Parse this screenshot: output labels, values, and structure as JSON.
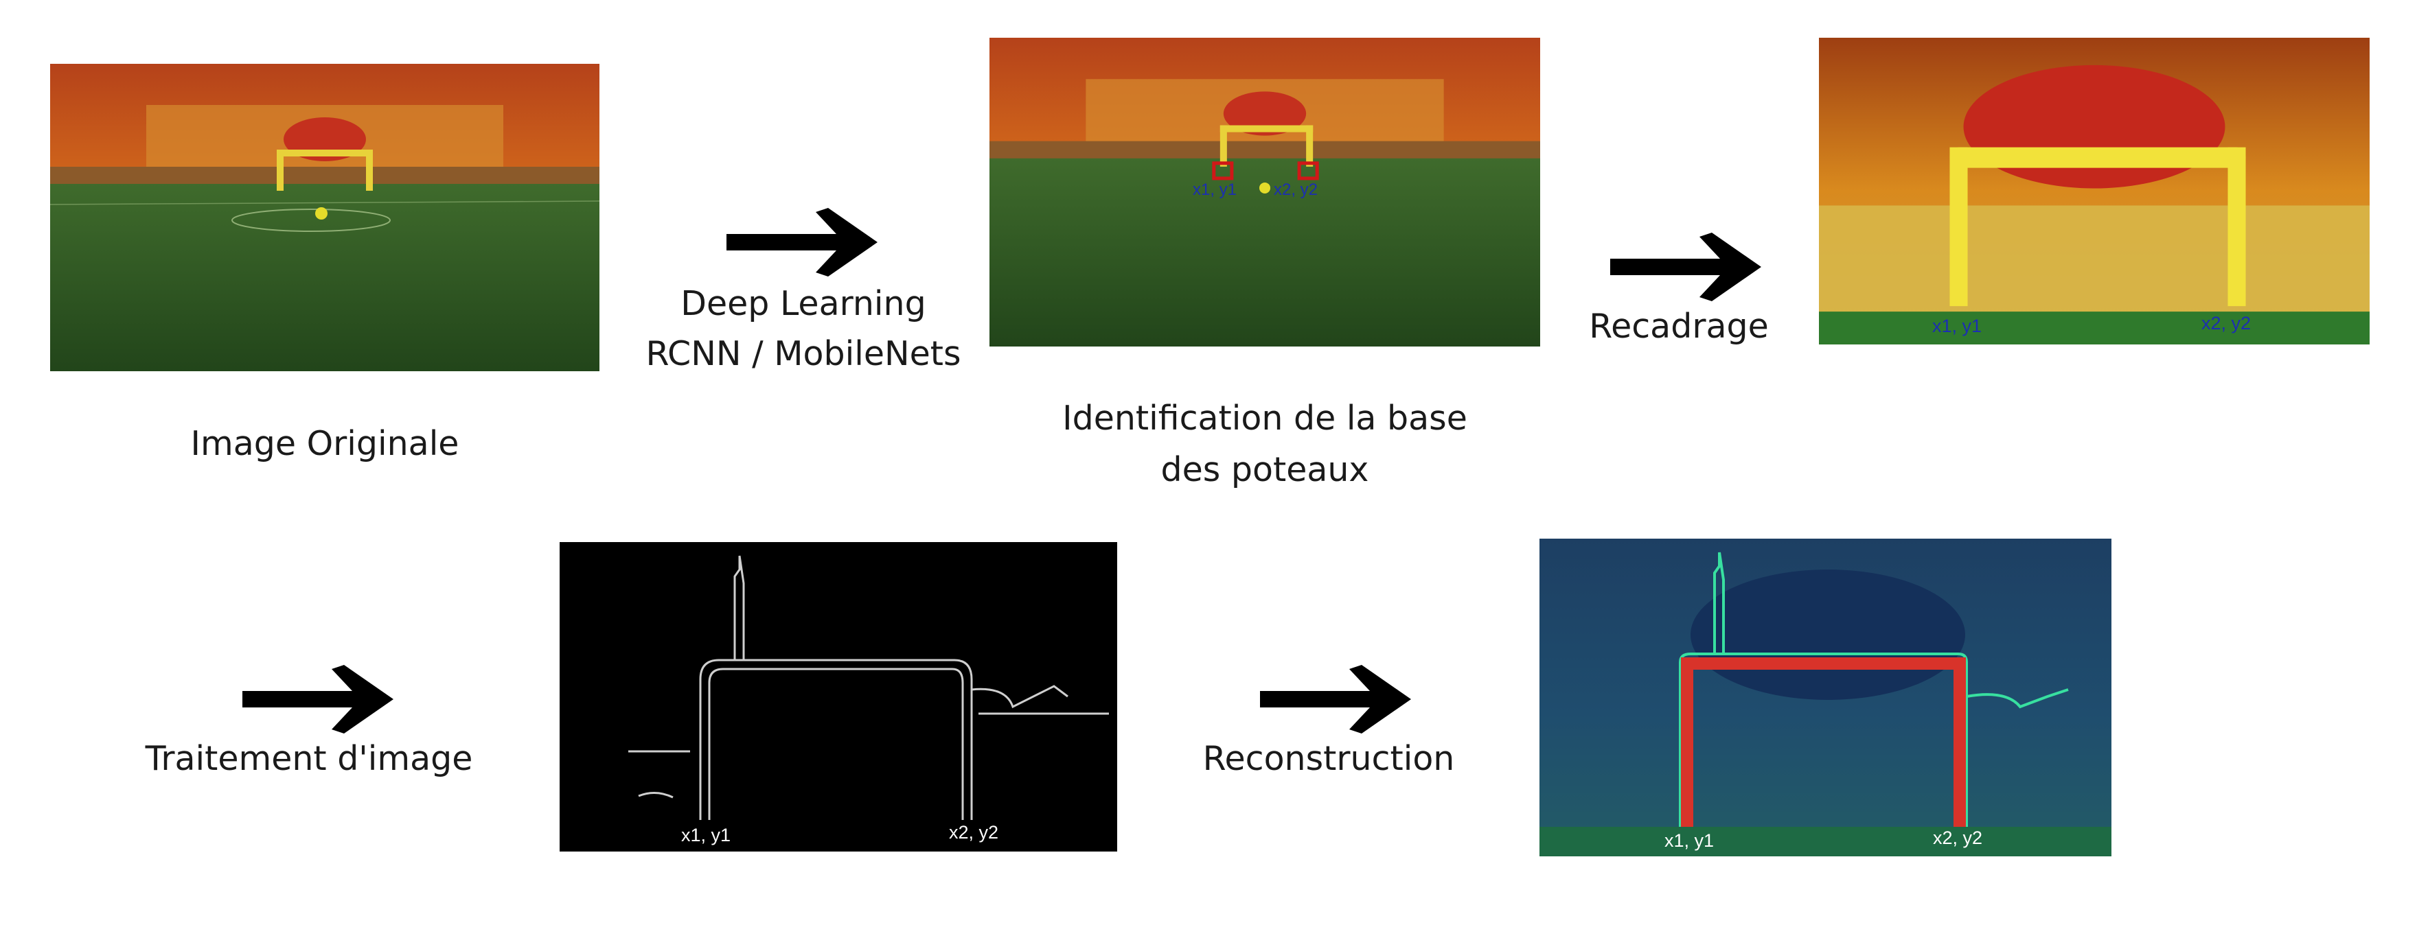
{
  "steps": {
    "original": {
      "caption": "Image Originale"
    },
    "deep_learning": {
      "line1": "Deep Learning",
      "line2": "RCNN / MobileNets"
    },
    "identification": {
      "line1": "Identification de la base",
      "line2": "des poteaux"
    },
    "crop": {
      "caption": "Recadrage"
    },
    "processing": {
      "caption": "Traitement d'image"
    },
    "reconstruction": {
      "caption": "Reconstruction"
    }
  },
  "coords": {
    "p1": "x1, y1",
    "p2": "x2, y2"
  },
  "colors": {
    "arrow": "#000000",
    "detection_box": "#d01818",
    "coord_blue": "#1c2fb0",
    "coord_white": "#ffffff",
    "reconstruction_line": "#d8332a",
    "reconstruction_outline": "#38e0a0"
  }
}
